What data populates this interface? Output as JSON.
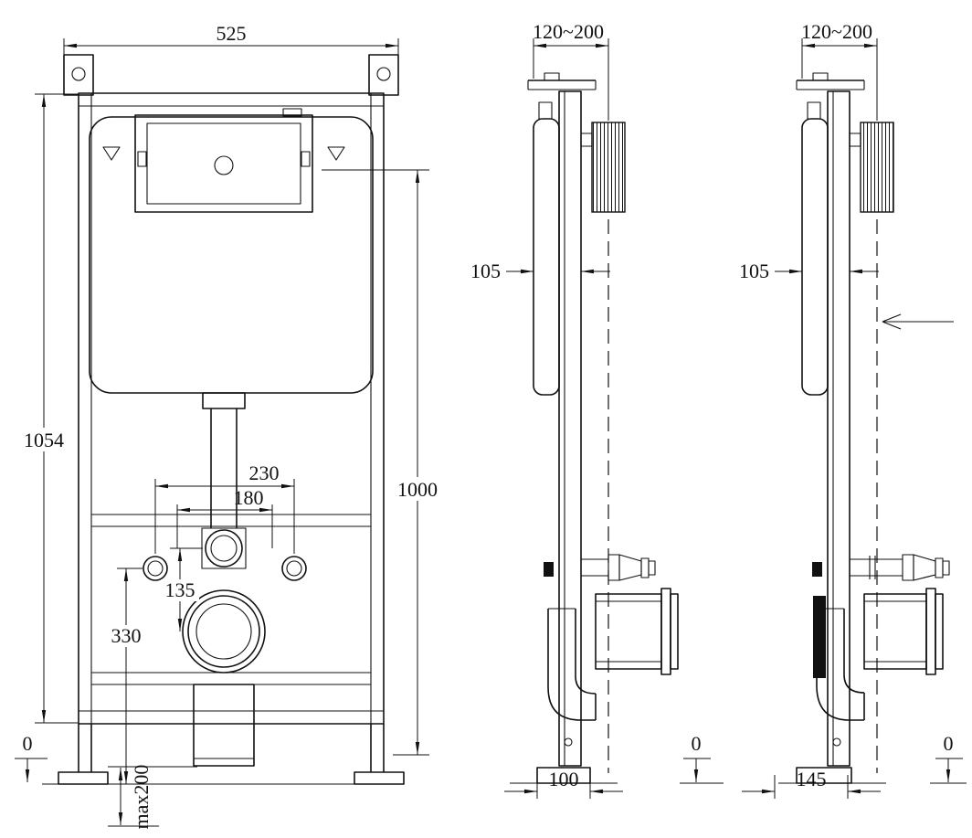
{
  "meta": {
    "ink": "#111111",
    "background": "#ffffff"
  },
  "front_view": {
    "dim_width": "525",
    "dim_total_height": "1054",
    "dim_1000": "1000",
    "dim_230": "230",
    "dim_180": "180",
    "dim_135": "135",
    "dim_330": "330",
    "dim_zero": "0",
    "dim_max_depth": "max200"
  },
  "side_view_left": {
    "dim_range": "120~200",
    "dim_depth": "105",
    "dim_foot": "100",
    "dim_zero": "0"
  },
  "side_view_right": {
    "dim_range": "120~200",
    "dim_depth": "105",
    "dim_foot": "145",
    "dim_zero": "0"
  }
}
